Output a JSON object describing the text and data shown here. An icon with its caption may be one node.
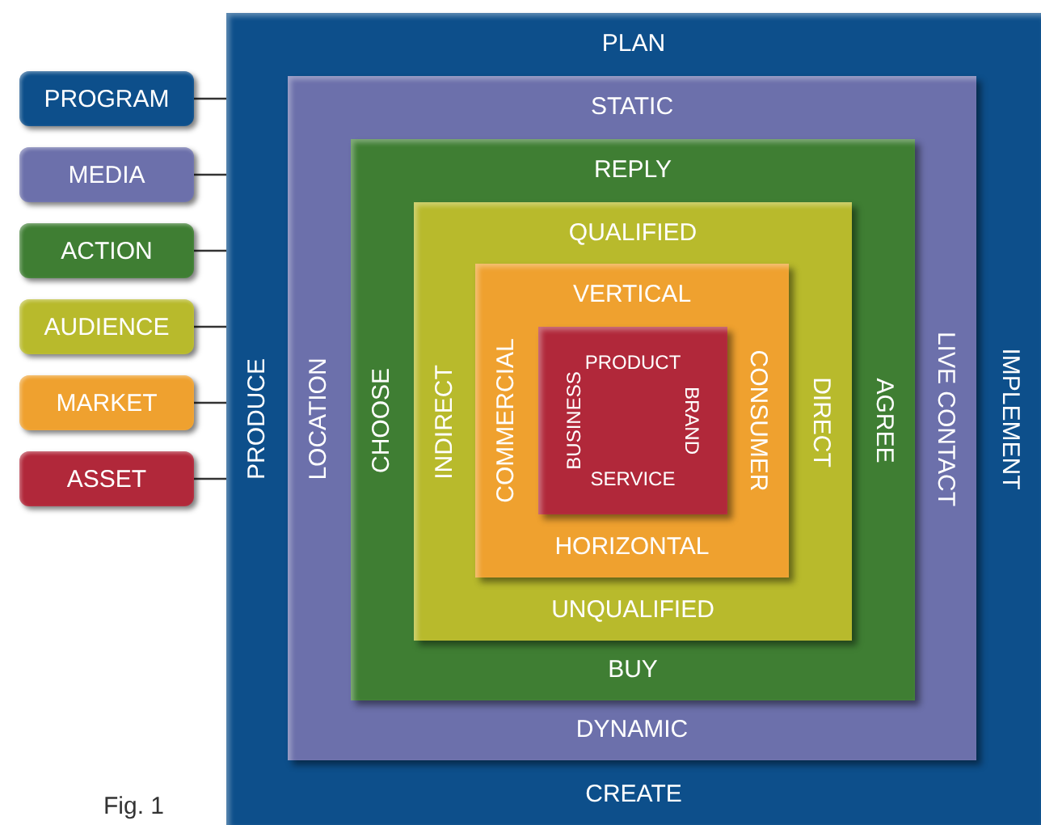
{
  "diagram": {
    "caption": "Fig. 1",
    "nodes": [
      {
        "text": [
          "PLAN",
          "PRODUCE",
          "IMPLEMENT",
          "CREATE"
        ]
      },
      {
        "text": [
          "STATIC",
          "LOCATION",
          "LIVE CONTACT",
          "DYNAMIC"
        ],
        "in": 0
      },
      {
        "text": [
          "REPLY",
          "CHOOSE",
          "AGREE",
          "BUY"
        ],
        "in": 1
      },
      {
        "text": [
          "QUALIFIED",
          "INDIRECT",
          "DIRECT",
          "UNQUALIFIED"
        ],
        "in": 2
      },
      {
        "text": [
          "VERTICAL",
          "COMMERCIAL",
          "CONSUMER",
          "HORIZONTAL"
        ],
        "in": 3
      },
      {
        "text": [
          "PRODUCT",
          "BUSINESS",
          "BRAND",
          "SERVICE"
        ],
        "in": 4
      }
    ],
    "edges": [],
    "legend": [
      {
        "text": "PROGRAM",
        "color": "#0d4f8b"
      },
      {
        "text": "MEDIA",
        "color": "#6c70ab"
      },
      {
        "text": "ACTION",
        "color": "#3f7e33"
      },
      {
        "text": "AUDIENCE",
        "color": "#b8ba2c"
      },
      {
        "text": "MARKET",
        "color": "#efa12f"
      },
      {
        "text": "ASSET",
        "color": "#b1283a"
      }
    ]
  }
}
